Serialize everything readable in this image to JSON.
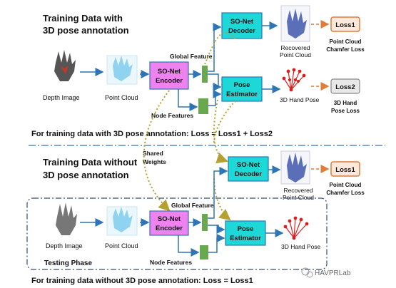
{
  "top": {
    "heading_line1": "Training Data with",
    "heading_line2": "3D pose annotation",
    "depth_image_label": "Depth Image",
    "point_cloud_label": "Point Cloud",
    "encoder_line1": "SO-Net",
    "encoder_line2": "Encoder",
    "global_feature_label": "Global Feature",
    "node_features_label": "Node Features",
    "decoder_line1": "SO-Net",
    "decoder_line2": "Decoder",
    "estimator_line1": "Pose",
    "estimator_line2": "Estimator",
    "recovered_line1": "Recovered",
    "recovered_line2": "Point Cloud",
    "hand_pose_label": "3D Hand Pose",
    "loss1_label": "Loss1",
    "loss1_caption_line1": "Point Cloud",
    "loss1_caption_line2": "Chamfer Loss",
    "loss2_label": "Loss2",
    "loss2_caption_line1": "3D Hand",
    "loss2_caption_line2": "Pose Loss",
    "summary": "For training data with 3D pose annotation: Loss = Loss1 + Loss2"
  },
  "shared": {
    "line1": "Shared",
    "line2": "Weights"
  },
  "bottom": {
    "heading_line1": "Training Data without",
    "heading_line2": "3D pose annotation",
    "decoder_line1": "SO-Net",
    "decoder_line2": "Decoder",
    "recovered_line1": "Recovered",
    "recovered_line2": "Point Cloud",
    "loss1_label": "Loss1",
    "loss1_caption_line1": "Point Cloud",
    "loss1_caption_line2": "Chamfer Loss",
    "global_feature_label": "Global Feature",
    "encoder_line1": "SO-Net",
    "encoder_line2": "Encoder",
    "estimator_line1": "Pose",
    "estimator_line2": "Estimator",
    "depth_image_label": "Depth Image",
    "point_cloud_label": "Point Cloud",
    "hand_pose_label": "3D Hand Pose",
    "node_features_label": "Node Features",
    "testing_phase_label": "Testing Phase",
    "summary": "For training data without 3D pose annotation: Loss = Loss1"
  },
  "watermark": "HAVPRLab",
  "colors": {
    "encoder": "#ee82ee",
    "decoder_estimator": "#1ed8d8",
    "feature": "#6aa84f",
    "loss": "#e8e8e8",
    "arrow": "#2e75b6",
    "dotted": "#b5a030",
    "dashed_loss": "#e07b39",
    "pose_red": "#d62020",
    "hand_blue": "#5b6fb8",
    "cloud_cyan": "#8fd3f0"
  }
}
